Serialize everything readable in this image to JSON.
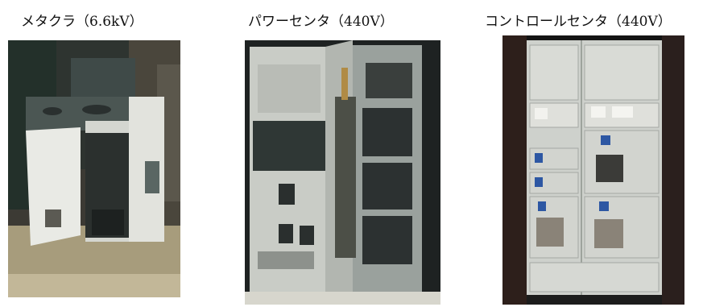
{
  "captions": {
    "metaclad": "メタクラ（6.6kV）",
    "power_center": "パワーセンタ（440V）",
    "control_center": "コントロールセンタ（440V）"
  },
  "photos": [
    {
      "name": "metaclad-photo",
      "subject": "outdoor metal-clad switchgear cabinet with open door"
    },
    {
      "name": "power-center-photo",
      "subject": "indoor power center panel with open breaker compartment"
    },
    {
      "name": "control-center-photo",
      "subject": "motor control center with stacked unit compartments"
    }
  ]
}
